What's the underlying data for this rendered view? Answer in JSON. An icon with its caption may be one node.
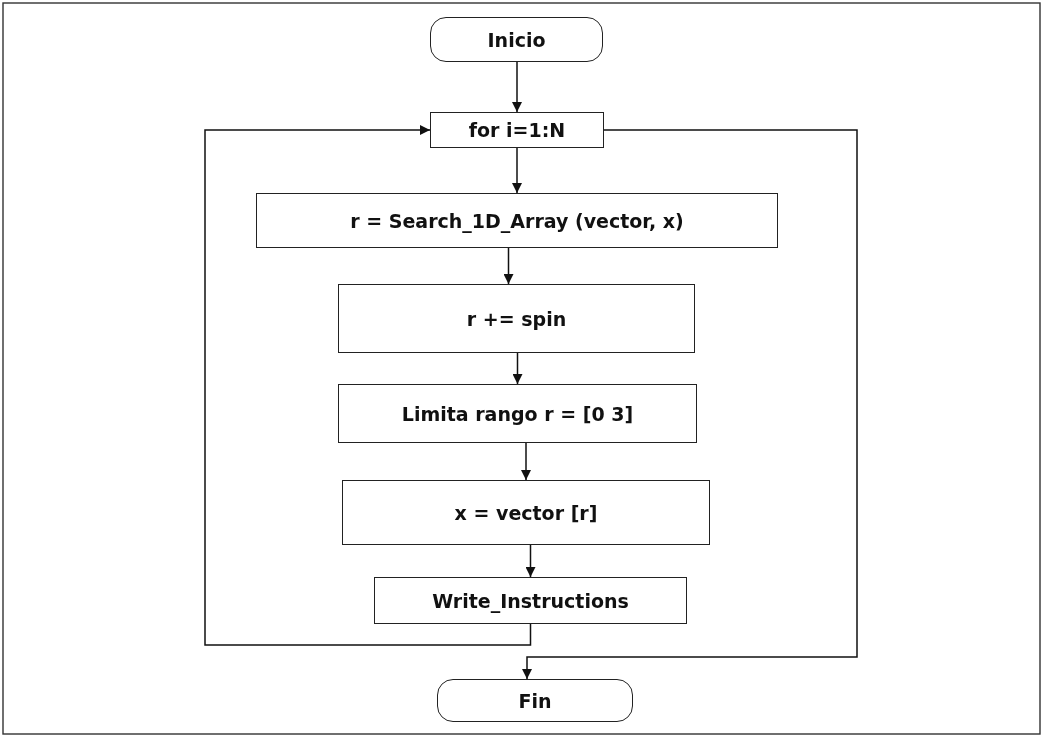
{
  "diagram": {
    "nodes": [
      {
        "text": [
          "Inicio"
        ]
      },
      {
        "text": [
          "for i=1:N"
        ]
      },
      {
        "text": [
          "r = Search_1D_Array (vector, x)"
        ]
      },
      {
        "text": [
          "r += spin"
        ]
      },
      {
        "text": [
          "Limita rango r = [0 3]"
        ]
      },
      {
        "text": [
          "x = vector [r]"
        ]
      },
      {
        "text": [
          "Write_Instructions"
        ]
      },
      {
        "text": [
          "Fin"
        ]
      }
    ],
    "edges": [
      {
        "from": 0,
        "to": 1,
        "arrow": "to"
      },
      {
        "from": 1,
        "to": 2,
        "arrow": "to"
      },
      {
        "from": 2,
        "to": 3,
        "arrow": "to"
      },
      {
        "from": 3,
        "to": 4,
        "arrow": "to"
      },
      {
        "from": 4,
        "to": 5,
        "arrow": "to"
      },
      {
        "from": 5,
        "to": 6,
        "arrow": "to"
      },
      {
        "from": 6,
        "to": 1,
        "arrow": "to"
      },
      {
        "from": 1,
        "to": 7,
        "arrow": "to"
      }
    ]
  }
}
